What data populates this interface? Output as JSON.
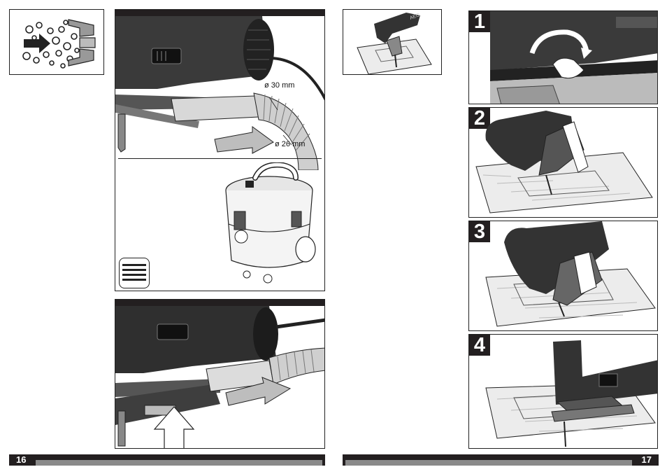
{
  "left_page": {
    "page_number": "16",
    "hose_labels": {
      "outer_diameter": "ø 30 mm",
      "inner_diameter": "ø 26 mm"
    }
  },
  "right_page": {
    "page_number": "17",
    "steps": [
      "1",
      "2",
      "3",
      "4"
    ],
    "tool_brand": "AEG"
  },
  "colors": {
    "dark": "#231f20",
    "gray": "#8a8a8a",
    "wood": "#ececec"
  },
  "icons": [
    "dust-extraction-icon",
    "manual-icon",
    "jigsaw-illustration",
    "vacuum-cleaner-illustration"
  ]
}
